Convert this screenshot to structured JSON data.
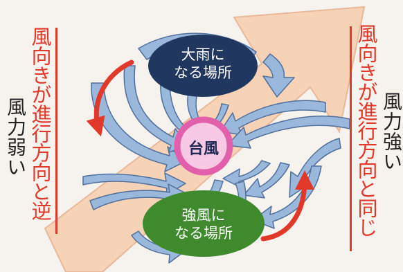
{
  "center": {
    "label": "台風"
  },
  "upper_region": {
    "line1": "大雨に",
    "line2": "なる場所"
  },
  "lower_region": {
    "line1": "強風に",
    "line2": "なる場所"
  },
  "left": {
    "direction_text": "風向きが進行方向と逆",
    "strength_text": "風力弱い"
  },
  "right": {
    "direction_text": "風向きが進行方向と同じ",
    "strength_text": "風力強い"
  },
  "colors": {
    "big_arrow": "#f6d2b6",
    "big_arrow_stroke": "#e9b898",
    "wind_arrow_fill": "#9ab8dc",
    "wind_arrow_stroke": "#4f6f9c",
    "rain_ellipse": "#20385f",
    "wind_ellipse": "#3f8a2c",
    "typhoon_ring": "#e15fab",
    "typhoon_core": "#f7c9e4",
    "red_arrow": "#e0392a",
    "background": "#f6f3ee"
  }
}
